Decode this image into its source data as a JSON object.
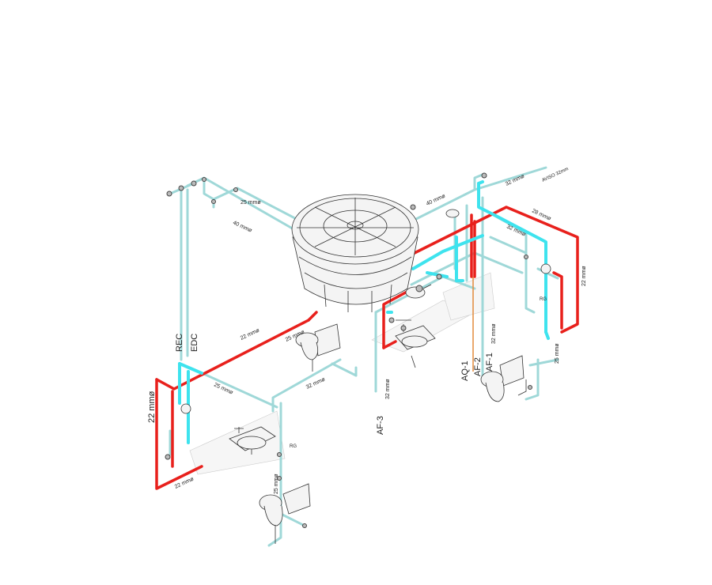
{
  "diagram": {
    "colors": {
      "cold_water": "#9fd8d8",
      "cold_water_main": "#3ee3ee",
      "hot_water": "#e8201c",
      "aq_line": "#e28a3a"
    },
    "labels": {
      "rec": "REC",
      "edc": "EDC",
      "af1": "AF-1",
      "af2": "AF-2",
      "af3": "AF-3",
      "aq1": "AQ-1",
      "size_25_top": "25 mmø",
      "size_40_left": "40 mmø",
      "size_40_top": "40 mmø",
      "size_32_top": "32 mmø",
      "aviso": "AVISO 32mm",
      "size_28": "28 mmø",
      "size_32_right": "32 mmø",
      "size_22_right": "22 mmø",
      "size_22_mid": "22 mmø",
      "size_25_mid": "25 mmø",
      "size_32_mid": "32 mmø",
      "size_25_lower": "25 mmø",
      "size_22_big": "22 mmø",
      "size_22_bottom": "22 mmø",
      "size_25_vertical": "25 mmø",
      "size_32_af3": "32 mmø",
      "size_32_vertical": "32 mmø",
      "size_25_right_vertical": "25 mmø",
      "rg_right": "RG",
      "rg_left": "RG"
    }
  }
}
